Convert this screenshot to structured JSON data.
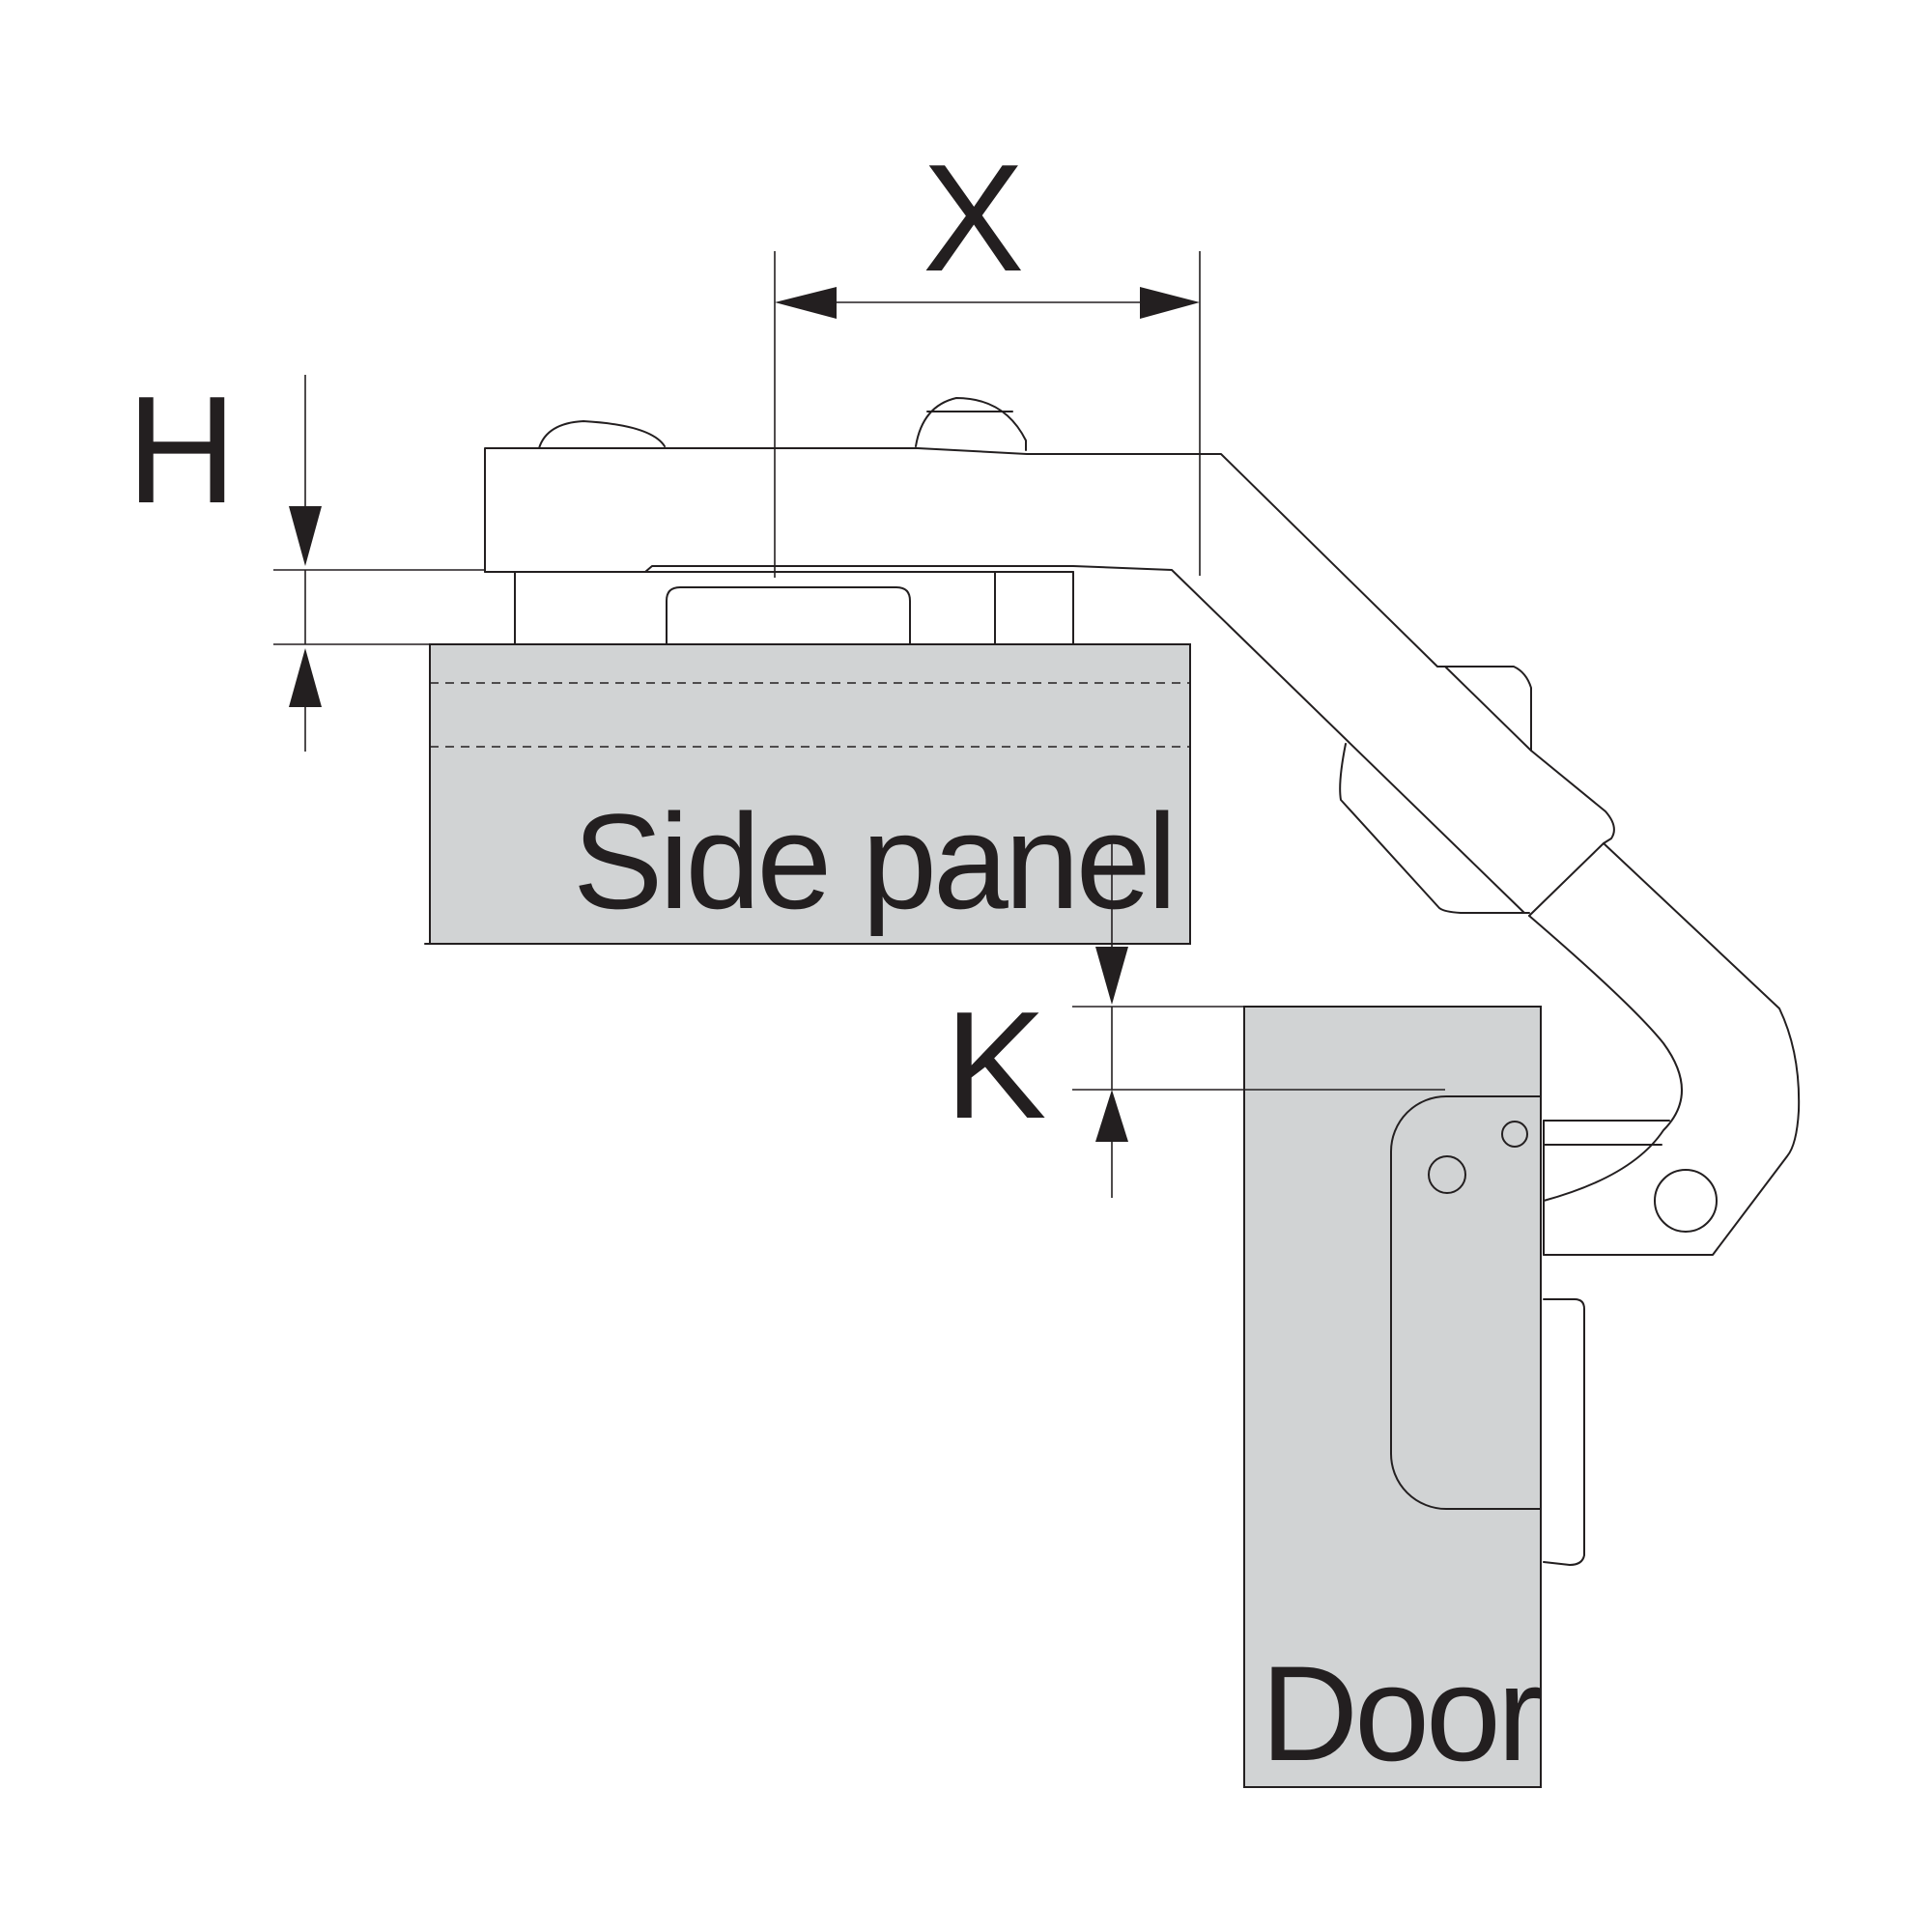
{
  "dimensions": {
    "x_label": "X",
    "h_label": "H",
    "k_label": "K"
  },
  "parts": {
    "side_panel_label": "Side panel",
    "door_label": "Door"
  },
  "colors": {
    "line": "#231f20",
    "panel_fill": "#d1d3d4",
    "background": "#ffffff"
  }
}
